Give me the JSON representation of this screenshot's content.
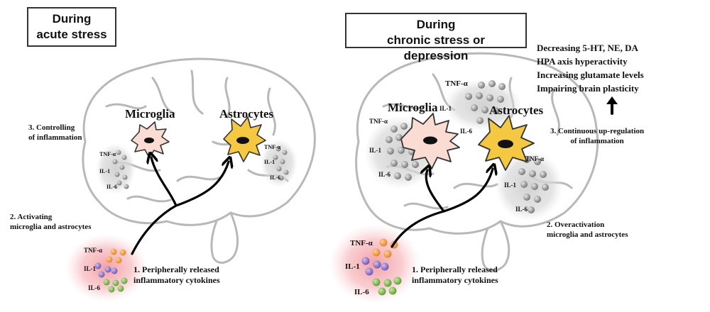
{
  "left_panel": {
    "title_line1": "During",
    "title_line2": "acute stress",
    "microglia": "Microglia",
    "astrocytes": "Astrocytes",
    "step3_line1": "3. Controlling",
    "step3_line2": "of inflammation",
    "step2_line1": "2. Activating",
    "step2_line2": "microglia and astrocytes",
    "step1_line1": "1. Peripherally released",
    "step1_line2": "inflammatory cytokines",
    "cyto_tnf": "TNF-α",
    "cyto_il1": "IL-1",
    "cyto_il6": "IL-6"
  },
  "right_panel": {
    "title_line1": "During",
    "title_line2": "chronic stress or depression",
    "microglia": "Microglia",
    "astrocytes": "Astrocytes",
    "cyto_tnf": "TNF-α",
    "cyto_il1": "IL-1",
    "cyto_il6": "IL-6",
    "effects": [
      "Decreasing 5-HT, NE, DA",
      "HPA axis hyperactivity",
      "Increasing glutamate levels",
      "Impairing  brain  plasticity"
    ],
    "step3_line1": "3. Continuous up-regulation",
    "step3_line2": "of inflammation",
    "step2_line1": "2. Overactivation",
    "step2_line2": "microglia and astrocytes",
    "step1_line1": "1. Peripherally released",
    "step1_line2": "inflammatory cytokines"
  },
  "colors": {
    "outline": "#b5b5b5",
    "gray_zone": "#d9d9d9",
    "pink_zone": "#f6b8bd",
    "microglia_fill": "#fbdcd2",
    "astro_fill": "#f5c842",
    "dot_orange": "#f59a3a",
    "dot_purple": "#8c72c8",
    "dot_green": "#7ab94a",
    "dot_gray": "#8a8a8a"
  }
}
